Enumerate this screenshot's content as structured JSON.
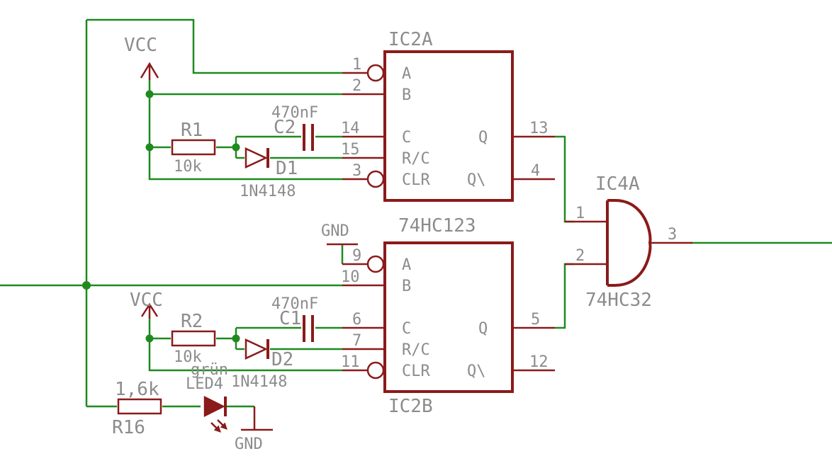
{
  "colors": {
    "wire": "#1f8a1f",
    "part": "#8b1a1a",
    "label": "#8c8c8c",
    "background": "#ffffff"
  },
  "ic2a": {
    "name": "IC2A",
    "pins": {
      "a": "1",
      "b": "2",
      "c": "14",
      "rc": "15",
      "clr": "3",
      "q": "13",
      "qn": "4"
    },
    "labels": {
      "a": "A",
      "b": "B",
      "c": "C",
      "rc": "R/C",
      "clr": "CLR",
      "q": "Q",
      "qn": "Q\\"
    }
  },
  "ic2b": {
    "name": "IC2B",
    "pins": {
      "a": "9",
      "b": "10",
      "c": "6",
      "rc": "7",
      "clr": "11",
      "q": "5",
      "qn": "12"
    },
    "labels": {
      "a": "A",
      "b": "B",
      "c": "C",
      "rc": "R/C",
      "clr": "CLR",
      "q": "Q",
      "qn": "Q\\"
    }
  },
  "ic2_value": "74HC123",
  "ic4a": {
    "name": "IC4A",
    "value": "74HC32",
    "pins": {
      "in1": "1",
      "in2": "2",
      "out": "3"
    }
  },
  "r1": {
    "name": "R1",
    "value": "10k"
  },
  "r2": {
    "name": "R2",
    "value": "10k"
  },
  "r16": {
    "name": "R16",
    "value": "1,6k"
  },
  "c1": {
    "name": "C1",
    "value": "470nF"
  },
  "c2": {
    "name": "C2",
    "value": "470nF"
  },
  "d1": {
    "name": "D1",
    "value": "1N4148"
  },
  "d2": {
    "name": "D2",
    "value": "1N4148"
  },
  "led4": {
    "name": "LED4",
    "value": "grün"
  },
  "supply": {
    "vcc_top": "VCC",
    "vcc_bottom": "VCC",
    "gnd_top": "GND",
    "gnd_bottom": "GND"
  }
}
